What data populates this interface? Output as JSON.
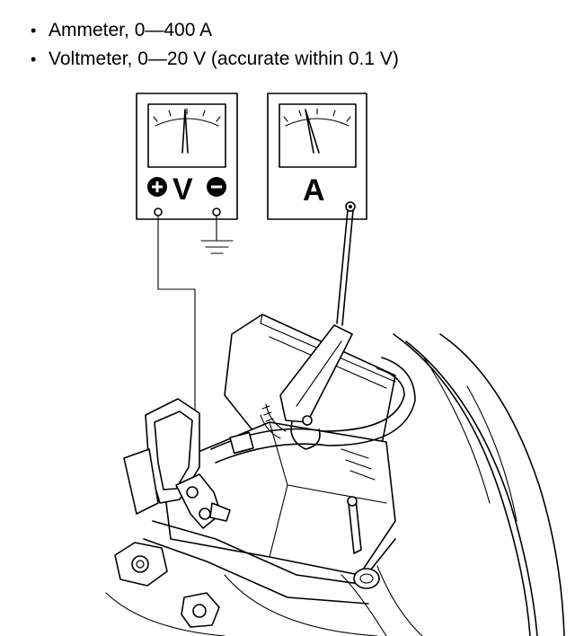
{
  "specs": [
    {
      "text": "Ammeter, 0—400 A"
    },
    {
      "text": "Voltmeter, 0—20 V (accurate within 0.1 V)"
    }
  ],
  "voltmeter": {
    "plus_symbol": "+",
    "letter": "V",
    "minus_symbol": "−"
  },
  "ammeter": {
    "letter": "A"
  }
}
